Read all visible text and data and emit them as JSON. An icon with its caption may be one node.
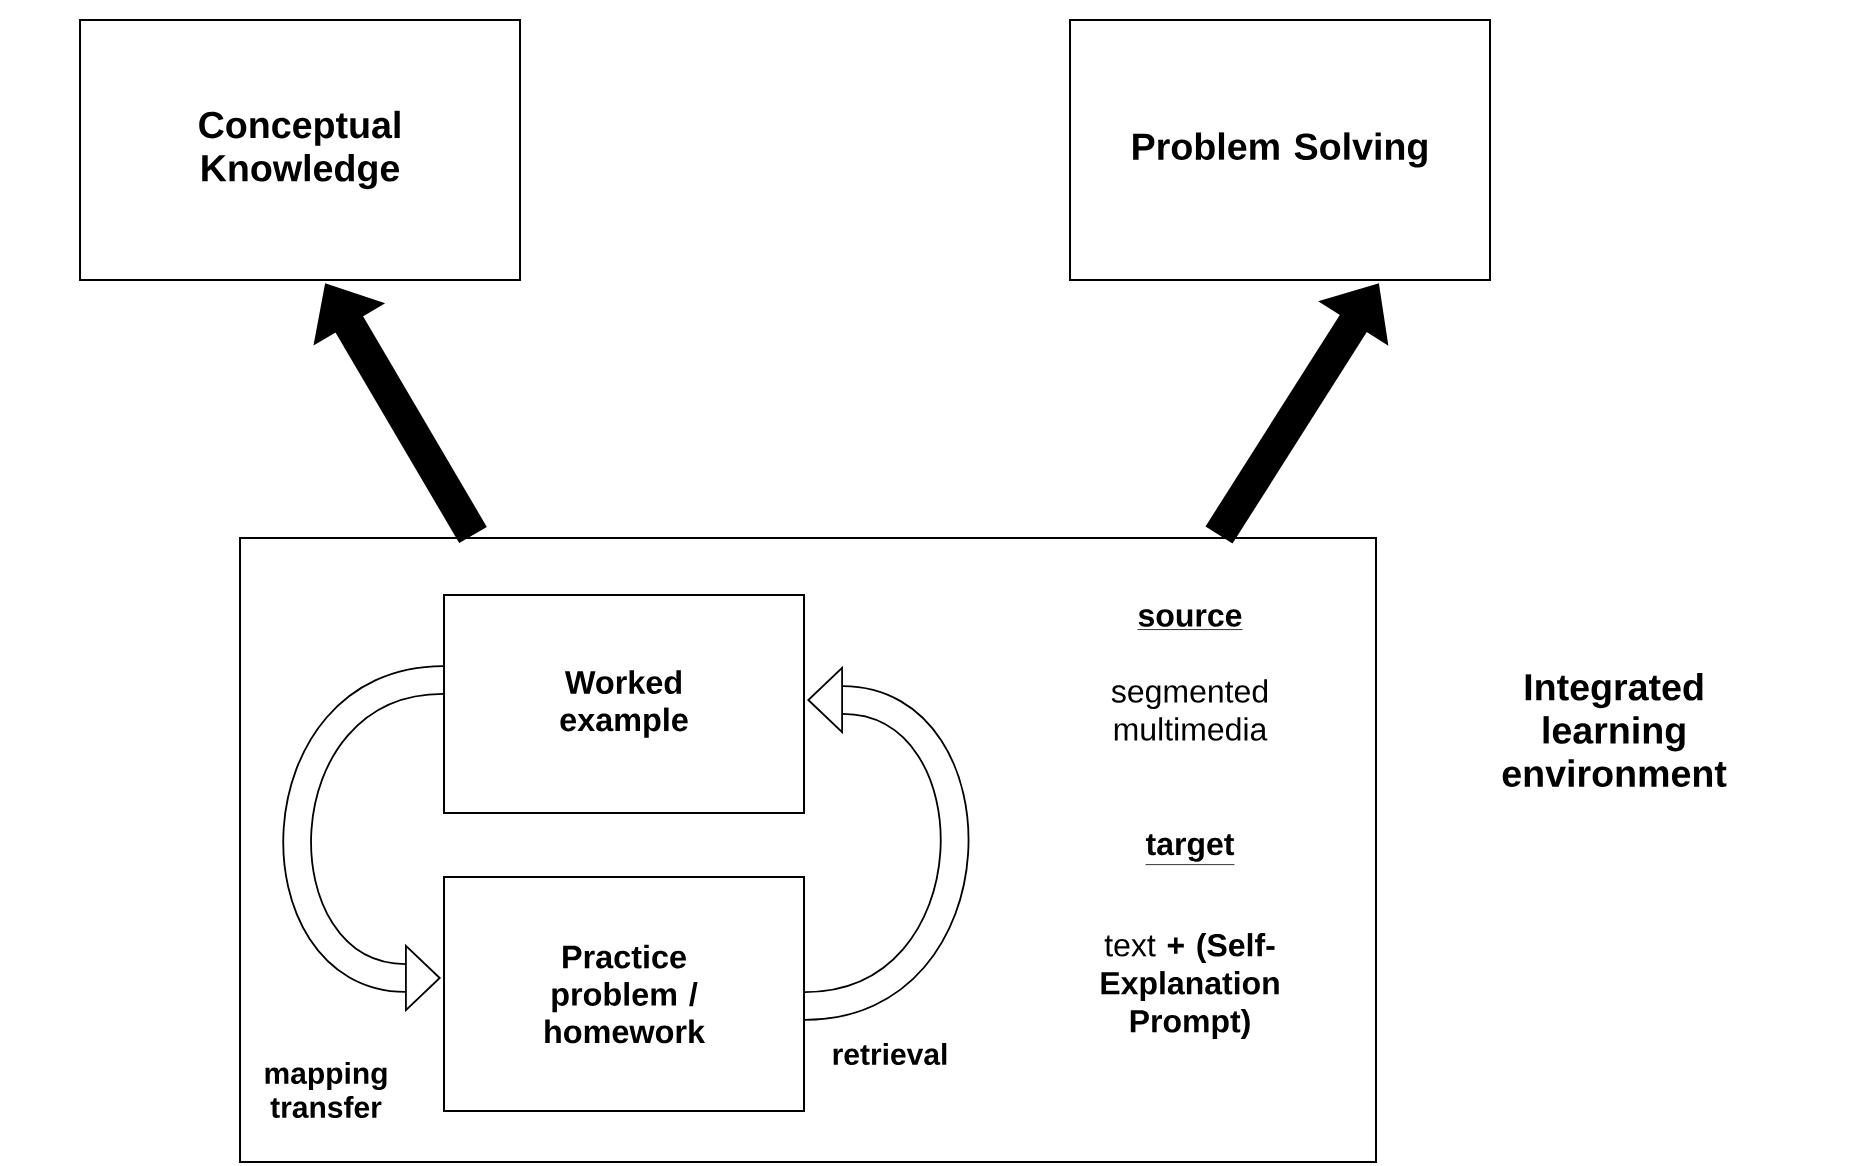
{
  "diagram": {
    "nodes": [
      {
        "text": [
          "Conceptual Knowledge"
        ]
      },
      {
        "text": [
          "Problem Solving"
        ]
      },
      {
        "text": [
          "Integrated learning environment"
        ]
      },
      {
        "text": [
          "Worked example"
        ],
        "in": 2
      },
      {
        "text": [
          "Practice problem / homework"
        ],
        "in": 2
      }
    ],
    "edges": [
      {
        "from": 2,
        "to": 0,
        "arrow": "to"
      },
      {
        "from": 2,
        "to": 1,
        "arrow": "to"
      },
      {
        "from": 3,
        "to": 4,
        "arrow": "to",
        "label": "mapping transfer"
      },
      {
        "from": 4,
        "to": 3,
        "arrow": "to",
        "label": "retrieval"
      }
    ],
    "labels": [
      "source",
      "segmented multimedia",
      "target",
      "text **+ (Self-Explanation Prompt)**"
    ]
  }
}
